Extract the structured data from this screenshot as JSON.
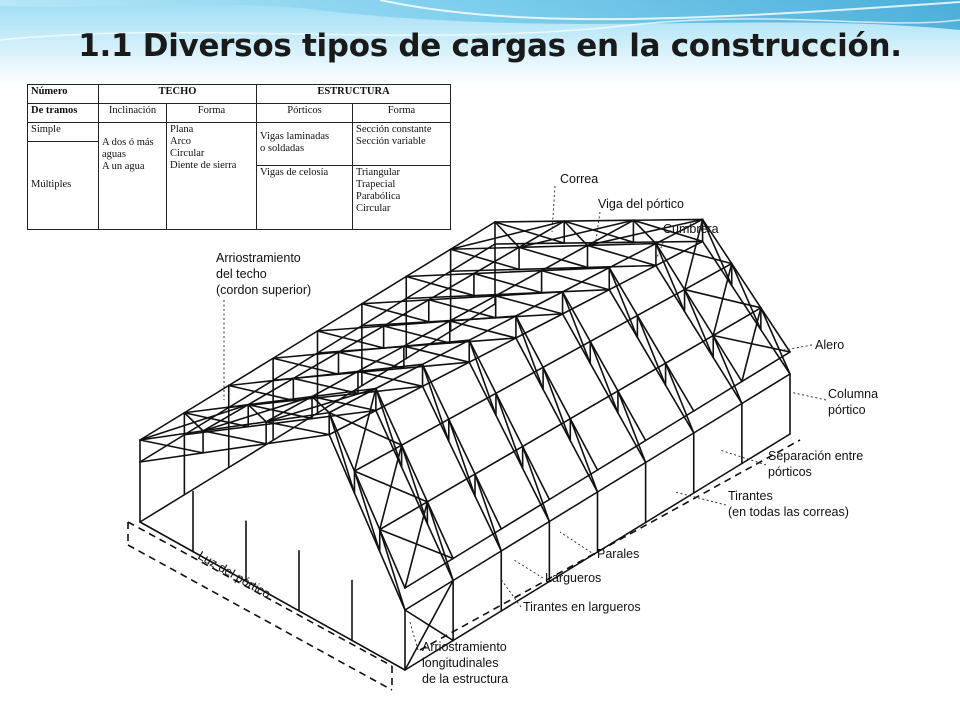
{
  "slide": {
    "title": "1.1 Diversos tipos de cargas en la construcción.",
    "colors": {
      "header_light": "#d8f1fb",
      "header_mid": "#7fd0ee",
      "header_deep": "#3aa8d6",
      "ink": "#111111"
    }
  },
  "table": {
    "row1": {
      "c1": "Número",
      "techo": "TECHO",
      "estructura": "ESTRUCTURA"
    },
    "row2": {
      "c1": "De tramos",
      "inclinacion": "Inclinación",
      "forma_techo": "Forma",
      "porticos": "Pórticos",
      "forma_estructura": "Forma"
    },
    "simple": "Simple",
    "multiples": "Múltiples",
    "inclinacion_values": [
      "A dos ó más",
      "aguas",
      "",
      "A un agua"
    ],
    "forma_techo_values": [
      "Plana",
      "Arco",
      "Circular",
      "Diente de sierra"
    ],
    "porticos_values_1": [
      "Vigas laminadas",
      "o soldadas"
    ],
    "porticos_values_2": [
      "Vigas de celosía"
    ],
    "forma_estructura_values_1": [
      "Sección constante",
      "Sección variable"
    ],
    "forma_estructura_values_2": [
      "Triangular",
      "Trapecial",
      "Parabólica",
      "Circular"
    ]
  },
  "diagram_labels": {
    "correa": "Correa",
    "viga_portico": "Viga del pórtico",
    "cumbrera": "Cumbrera",
    "arriostramiento_techo": [
      "Arriostramiento",
      "del techo",
      "(cordon superior)"
    ],
    "alero": "Alero",
    "columna_portico": [
      "Columna",
      "pórtico"
    ],
    "separacion": [
      "Separación entre",
      "pórticos"
    ],
    "tirantes": [
      "Tirantes",
      "(en todas las correas)"
    ],
    "parales": "Parales",
    "largueros": "Largueros",
    "tirantes_largueros": "Tirantes en largueros",
    "luz_portico": "Luz del pórtico",
    "arriostramiento_long": [
      "Arriostramiento",
      "longitudinales",
      "de la estructura"
    ]
  }
}
